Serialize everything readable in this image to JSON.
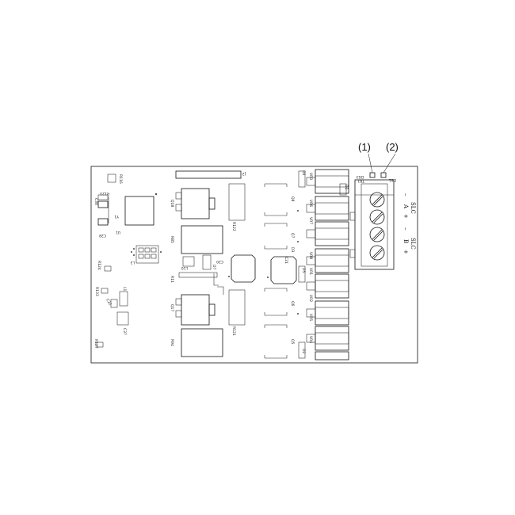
{
  "callouts": {
    "c1": "(1)",
    "c2": "(2)"
  },
  "leds": {
    "ds3": "DS3",
    "ds1": "DS1"
  },
  "terminal": {
    "label": "TB1",
    "slc_a_minus": "–",
    "slc_a_label": "A",
    "slc_a_plus": "+",
    "slc_b_minus": "–",
    "slc_b_label": "B",
    "slc_b_plus": "+",
    "slc1": "SLC",
    "slc2": "SLC"
  },
  "left_parts": {
    "r116": "R116",
    "r123": "R123",
    "c30": "C30",
    "y1": "Y1",
    "c28": "C28",
    "u1": "U1",
    "l3": "L3",
    "r124": "R124",
    "r133": "R133",
    "c22": "C22",
    "l1": "L1",
    "c37": "C37",
    "r127": "R127"
  },
  "mid_parts": {
    "j2": "J2",
    "q18": "Q18",
    "r122": "R122",
    "r85": "R85",
    "l10": "L10",
    "c20": "C20",
    "d7": "D7",
    "r11": "R11",
    "q17": "Q17",
    "r121": "R121",
    "r94": "R94"
  },
  "right_parts": {
    "d4": "D4",
    "vr3": "VR3",
    "q8": "Q8",
    "vr6": "VR6",
    "vr7": "VR7",
    "q7": "Q7",
    "d3": "D3",
    "c21": "C21",
    "vr8": "VR8",
    "vr1": "VR1",
    "d5": "D5",
    "q6": "Q6",
    "vr2": "VR2",
    "vr5": "VR5",
    "q5": "Q5",
    "vr4": "VR4",
    "d2": "D2",
    "d1": "D1"
  }
}
